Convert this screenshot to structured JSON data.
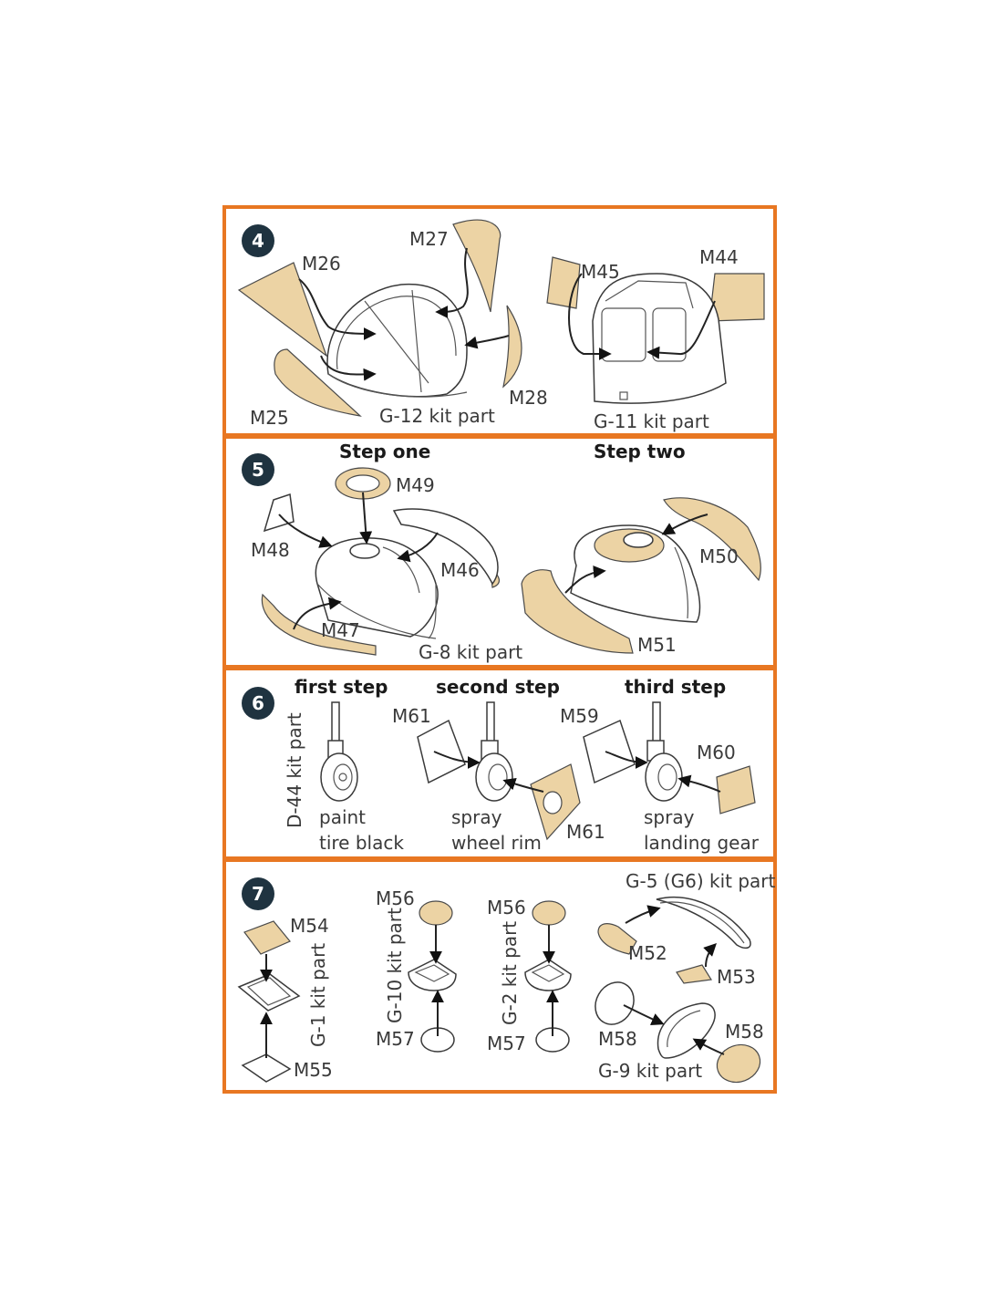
{
  "colors": {
    "frame": "#e87722",
    "mask": "#ecd3a4",
    "badge": "#1f3340"
  },
  "steps": [
    {
      "number": "4",
      "labels": {
        "m26": "M26",
        "m27": "M27",
        "m45": "M45",
        "m44": "M44",
        "m25": "M25",
        "m28": "M28",
        "g12": "G-12 kit part",
        "g11": "G-11 kit part"
      }
    },
    {
      "number": "5",
      "headers": {
        "step_one": "Step one",
        "step_two": "Step two"
      },
      "labels": {
        "m49": "M49",
        "m48": "M48",
        "m46": "M46",
        "m47": "M47",
        "g8": "G-8 kit part",
        "m50": "M50",
        "m51": "M51"
      }
    },
    {
      "number": "6",
      "headers": {
        "first": "first step",
        "second": "second step",
        "third": "third step"
      },
      "labels": {
        "d44": "D-44 kit part",
        "m61a": "M61",
        "m59": "M59",
        "m60": "M60",
        "m61b": "M61",
        "paint": "paint",
        "tire_black": "tire black",
        "spray1": "spray",
        "wheel_rim": "wheel rim",
        "spray2": "spray",
        "landing_gear": "landing gear"
      }
    },
    {
      "number": "7",
      "labels": {
        "g5": "G-5 (G6) kit part",
        "m54": "M54",
        "g1": "G-1 kit part",
        "m55": "M55",
        "m56a": "M56",
        "g10": "G-10 kit part",
        "m57a": "M57",
        "m56b": "M56",
        "g2": "G-2 kit part",
        "m57b": "M57",
        "m52": "M52",
        "m53": "M53",
        "m58a": "M58",
        "m58b": "M58",
        "g9": "G-9 kit part"
      }
    }
  ]
}
